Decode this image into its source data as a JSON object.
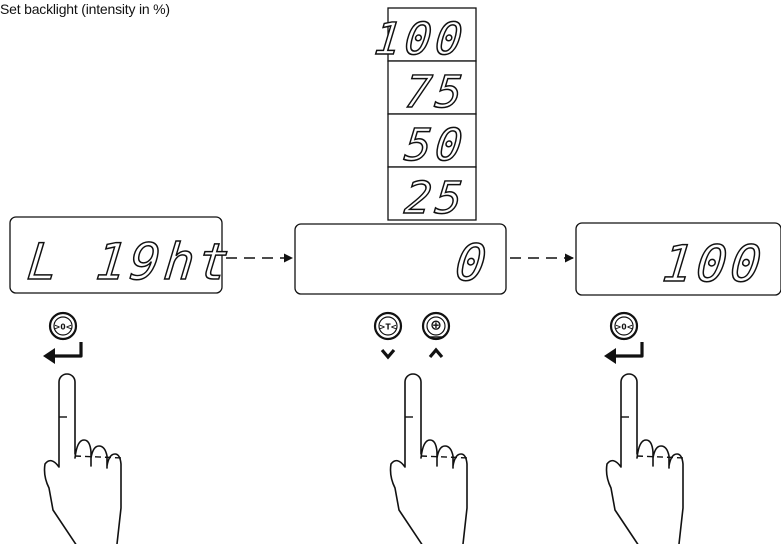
{
  "caption": "Set backlight (intensity in %)",
  "options": [
    "100",
    "75",
    "50",
    "25"
  ],
  "steps": [
    {
      "display": "L 19ht",
      "buttons": [
        {
          "icon": "zero-icon",
          "symbol": ">0<",
          "action": "enter-arrow-icon"
        }
      ]
    },
    {
      "display": "0",
      "buttons": [
        {
          "icon": "tare-icon",
          "symbol": ">T<",
          "action": "chevron-down-icon"
        },
        {
          "icon": "plus-circle-icon",
          "symbol": "⊕",
          "action": "chevron-up-icon"
        }
      ]
    },
    {
      "display": "100",
      "buttons": [
        {
          "icon": "zero-icon",
          "symbol": ">0<",
          "action": "enter-arrow-icon"
        }
      ]
    }
  ]
}
